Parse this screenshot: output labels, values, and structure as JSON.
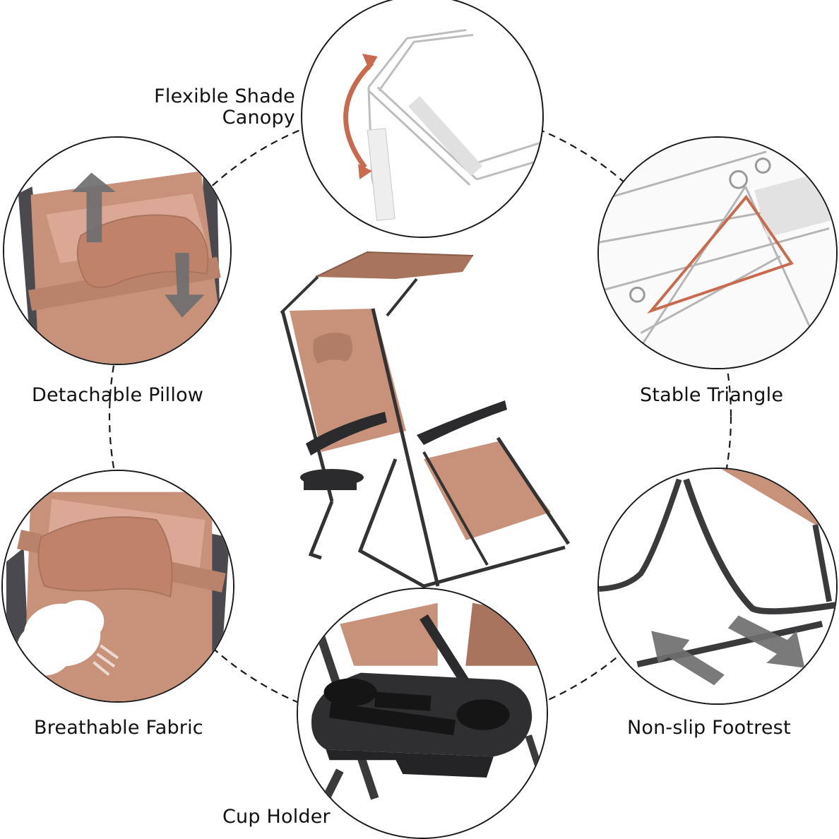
{
  "infographic": {
    "subject": "Zero gravity lounge chair with canopy",
    "colors": {
      "fabric": "#c8927a",
      "fabric_dark": "#a9745e",
      "frame": "#3a3a3c",
      "accent_arrow": "#c96a4f",
      "gray_arrow": "#6f6f70",
      "outline": "#1a1a1a",
      "sketch": "#bdbdbd"
    },
    "features": [
      {
        "id": "canopy",
        "label_line1": "Flexible Shade",
        "label_line2": "Canopy",
        "icon": "double-curved-arrow-icon"
      },
      {
        "id": "pillow",
        "label": "Detachable Pillow",
        "icon": "up-down-arrows-icon"
      },
      {
        "id": "triangle",
        "label": "Stable Triangle",
        "icon": "triangle-outline-icon"
      },
      {
        "id": "fabric",
        "label": "Breathable Fabric",
        "icon": "air-puff-icon"
      },
      {
        "id": "footrest",
        "label": "Non-slip Footrest",
        "icon": "left-right-arrows-icon"
      },
      {
        "id": "cupholder",
        "label": "Cup Holder",
        "icon": "tray-icon"
      }
    ]
  }
}
